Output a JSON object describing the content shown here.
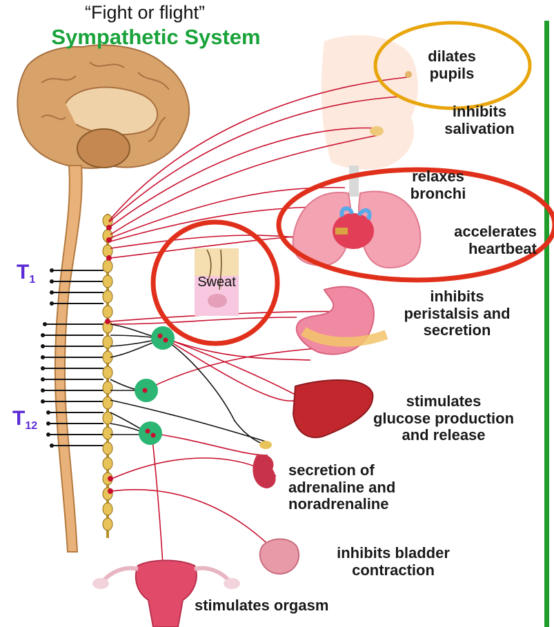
{
  "header": {
    "subtitle": "“Fight or flight”",
    "title": "Sympathetic System"
  },
  "segment_labels": {
    "t1_main": "T",
    "t1_sub": "1",
    "t12_main": "T",
    "t12_sub": "12"
  },
  "effects": {
    "pupils": "dilates\npupils",
    "salivation": "inhibits\nsalivation",
    "bronchi": "relaxes\nbronchi",
    "heartbeat": "accelerates\nheartbeat",
    "peristalsis": "inhibits\nperistalsis and\nsecretion",
    "glucose": "stimulates\nglucose production\nand release",
    "adrenaline": "secretion of\nadrenaline and\nnoradrenaline",
    "bladder": "inhibits bladder\ncontraction",
    "orgasm": "stimulates orgasm"
  },
  "annotations": {
    "sweat": "Sweat"
  },
  "colors": {
    "title_green": "#19a33a",
    "highlight_red": "#e0301b",
    "highlight_gold": "#e8a50c",
    "segment_purple": "#5b2bd6",
    "nerve_red": "#c8102e",
    "ganglion_green": "#2bb673",
    "right_bar_green": "#1f9e2c"
  }
}
